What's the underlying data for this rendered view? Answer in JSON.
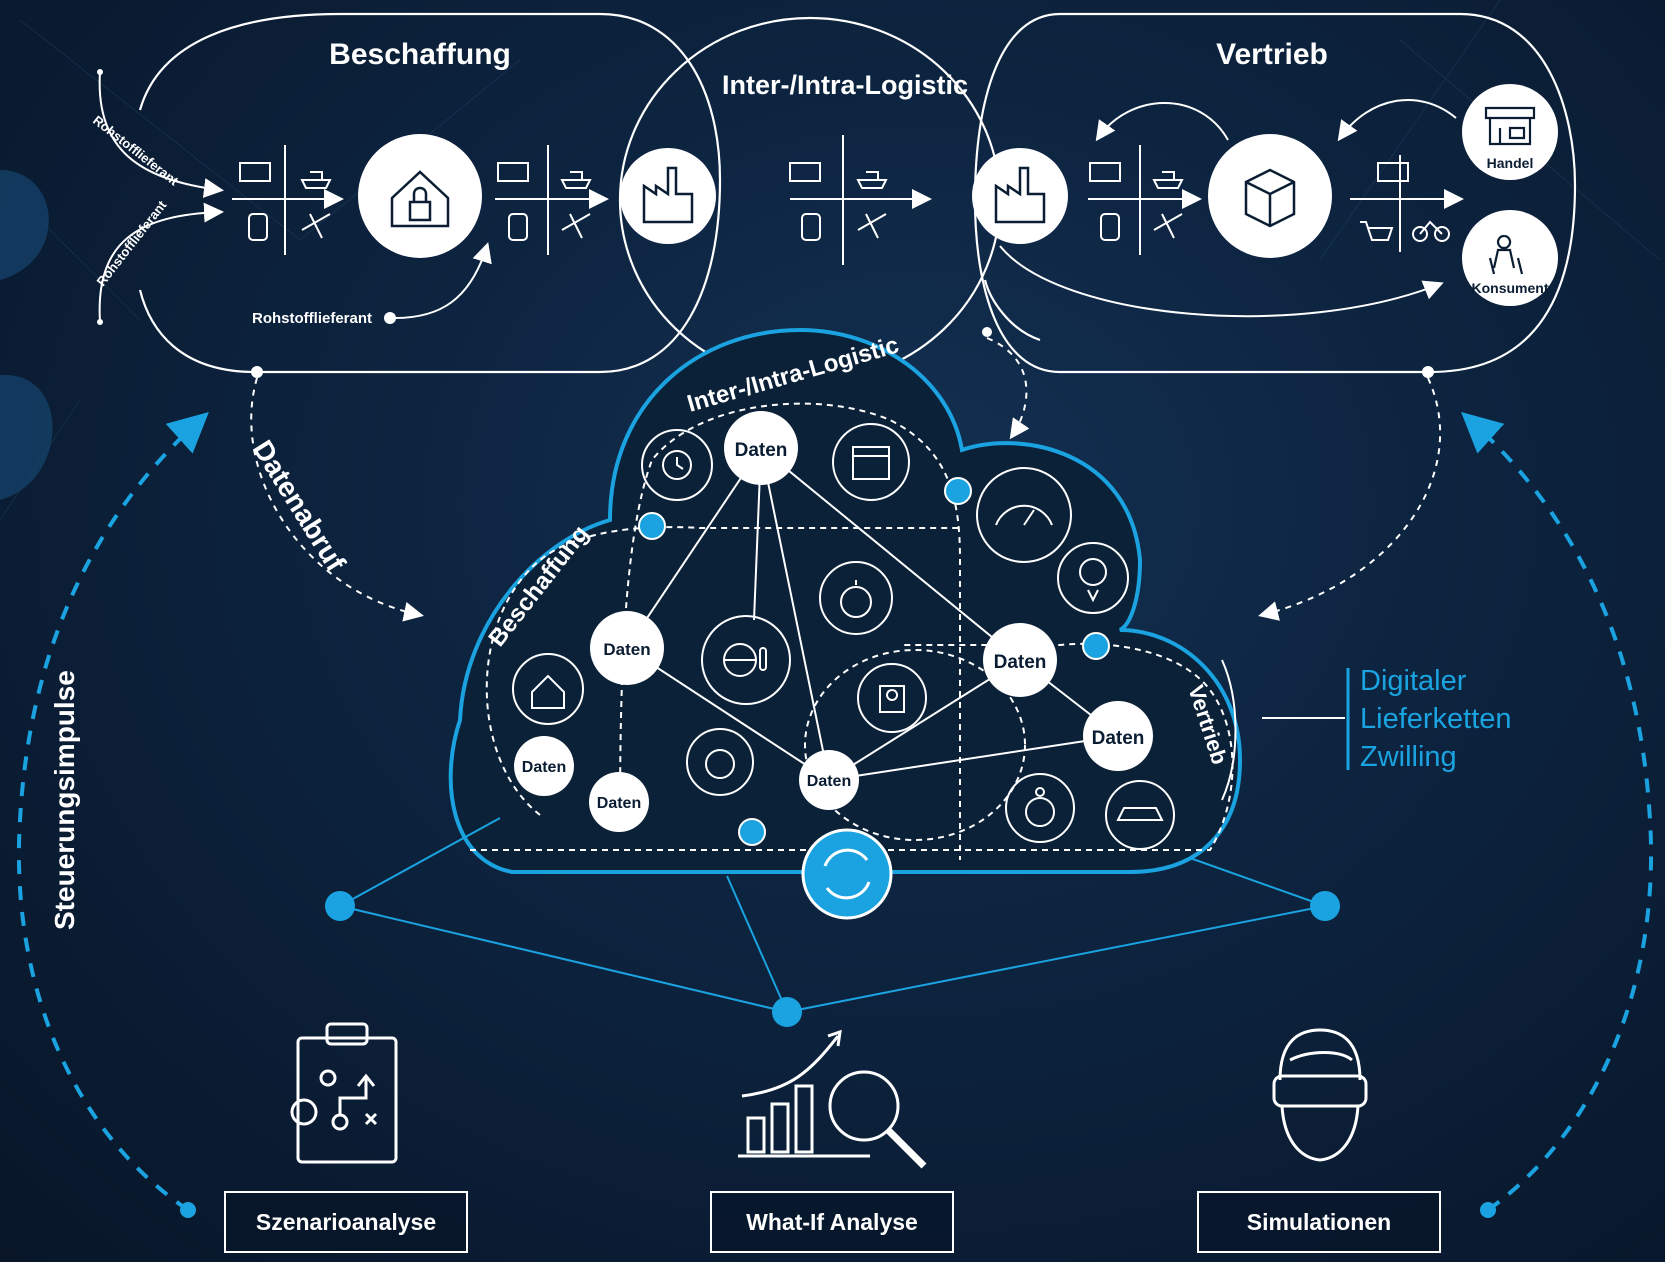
{
  "regions": {
    "beschaffung": "Beschaffung",
    "logistic": "Inter-/Intra-Logistic",
    "vertrieb": "Vertrieb"
  },
  "suppliers": {
    "top": "Rohstofflieferant",
    "bottom": "Rohstofflieferant",
    "inline": "Rohstofflieferant"
  },
  "endpoints": {
    "handel": "Handel",
    "konsument": "Konsument"
  },
  "arc_labels": {
    "datenabruf": "Datenabruf",
    "steuerungsimpulse": "Steuerungsimpulse"
  },
  "cloud": {
    "logistic": "Inter-/Intra-Logistic",
    "beschaffung": "Beschaffung",
    "vertrieb": "Vertrieb",
    "node_label": "Daten"
  },
  "twin_label": [
    "Digitaler",
    "Lieferketten",
    "Zwilling"
  ],
  "buttons": {
    "szenario": "Szenarioanalyse",
    "whatif": "What-If Analyse",
    "simulation": "Simulationen"
  },
  "colors": {
    "accent": "#1aa3e0",
    "background": "#0b1d33",
    "line": "#ffffff"
  },
  "icons": [
    "truck-icon",
    "ship-icon",
    "train-icon",
    "plane-icon",
    "warehouse-lock-icon",
    "factory-icon",
    "package-icon",
    "store-icon",
    "consumer-icon",
    "cart-icon",
    "bicycle-icon",
    "gear-clock-icon",
    "calendar-icon",
    "gauge-icon",
    "globe-pin-icon",
    "stopwatch-icon",
    "globe-thermometer-icon",
    "map-pin-icon",
    "timer-icon",
    "globe-person-icon",
    "car-icon",
    "sync-icon",
    "clipboard-strategy-icon",
    "chart-magnifier-icon",
    "vr-headset-icon"
  ]
}
